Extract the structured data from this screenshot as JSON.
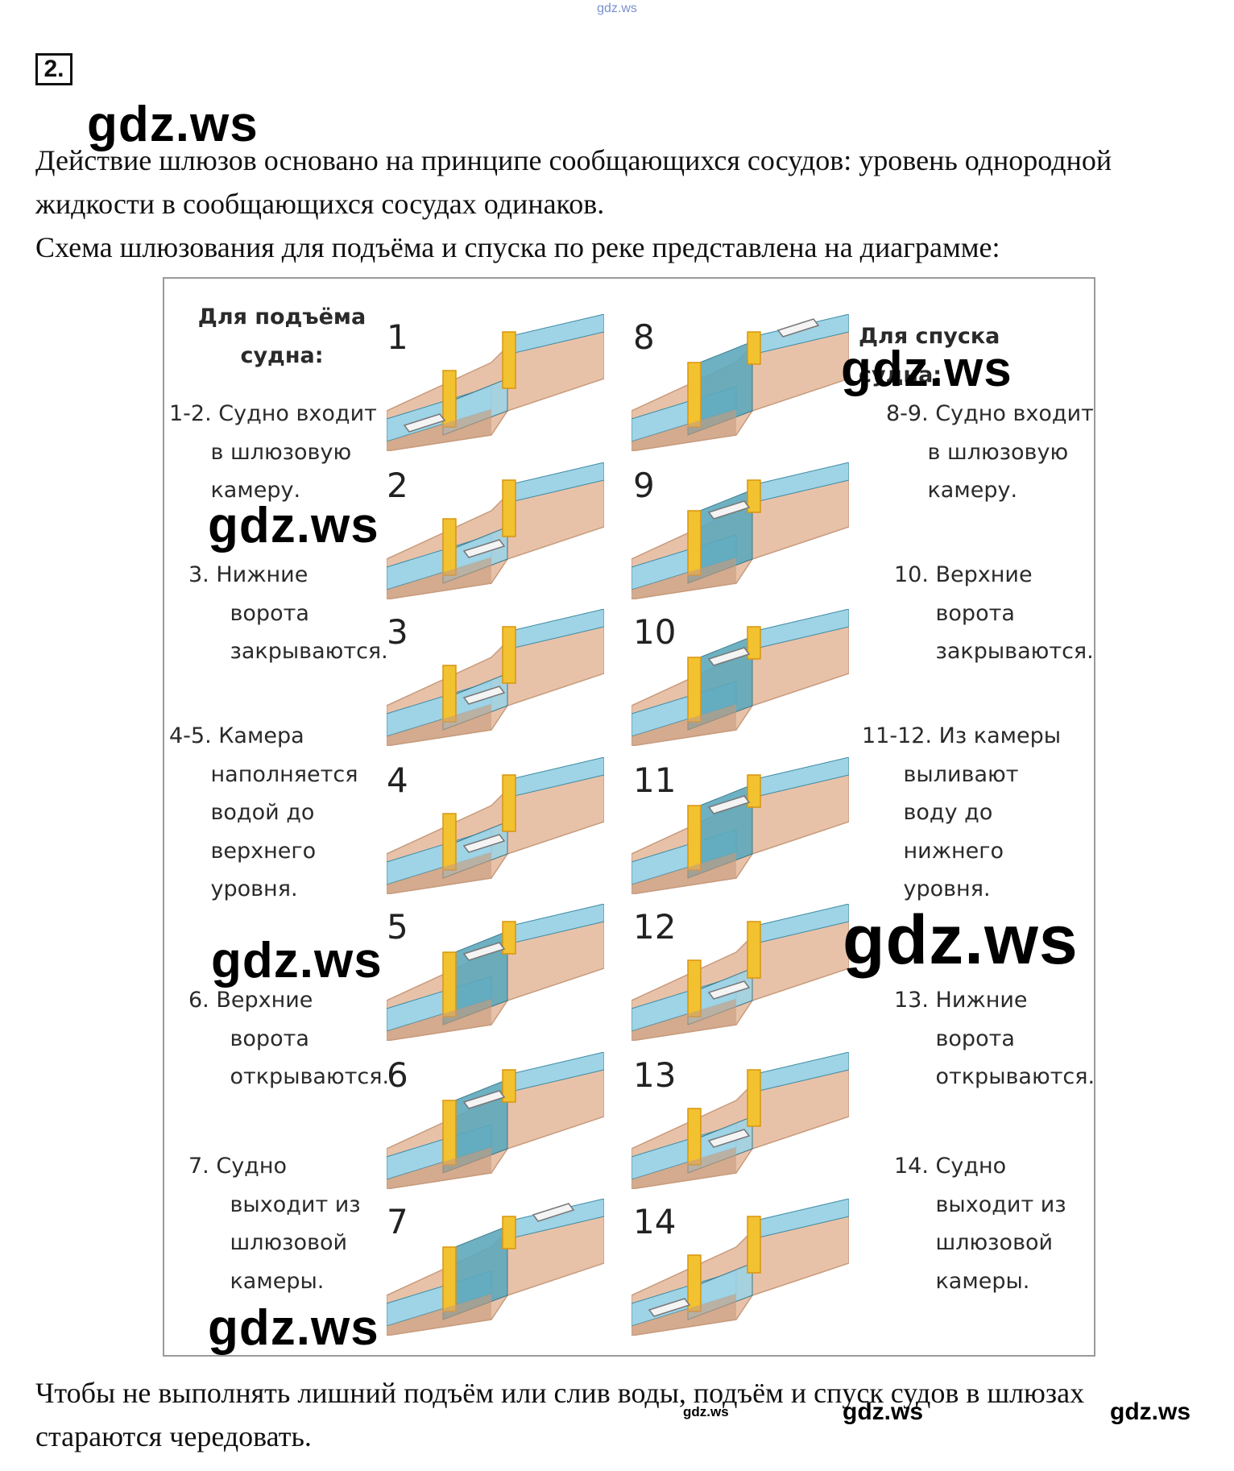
{
  "site_top": "gdz.ws",
  "task_number": "2.",
  "watermark": "gdz.ws",
  "paragraphs": {
    "p1_line1": "Действие шлюзов основано на принципе сообщающихся сосудов: уровень однородной",
    "p1_line2": "жидкости в сообщающихся сосудах одинаков.",
    "p2": "Схема шлюзования для подъёма и спуска по реке представлена на диаграмме:",
    "p3_line1": "Чтобы не выполнять лишний подъём или слив воды, подъём и спуск судов в шлюзах",
    "p3_line2": "стараются чередовать."
  },
  "diagram": {
    "left_header_1": "Для подъёма",
    "left_header_2": "судна:",
    "right_header": "Для спуска судна:",
    "left_captions": [
      "1-2. Судно входит\n      в шлюзовую\n      камеру.",
      "3. Нижние\n      ворота\n      закрываются.",
      "4-5. Камера\n      наполняется\n      водой до\n      верхнего\n      уровня.",
      "6. Верхние\n      ворота\n      открываются.",
      "7. Судно\n      выходит из\n      шлюзовой\n      камеры."
    ],
    "right_captions": [
      "8-9. Судно входит\n      в шлюзовую\n      камеру.",
      "10. Верхние\n      ворота\n      закрываются.",
      "11-12. Из камеры\n      выливают\n      воду до\n      нижнего\n      уровня.",
      "13. Нижние\n      ворота\n      открываются.",
      "14. Судно\n      выходит из\n      шлюзовой\n      камеры."
    ],
    "step_numbers_left": [
      "1",
      "2",
      "3",
      "4",
      "5",
      "6",
      "7"
    ],
    "step_numbers_right": [
      "8",
      "9",
      "10",
      "11",
      "12",
      "13",
      "14"
    ]
  },
  "colors": {
    "earth": "#e8c2a8",
    "earth_dark": "#c79b7d",
    "water": "#9fd3e6",
    "water_chamber": "#5ea9bd",
    "gate": "#f2c230",
    "gate_dark": "#d9950f",
    "ship": "#f4f4f4"
  }
}
